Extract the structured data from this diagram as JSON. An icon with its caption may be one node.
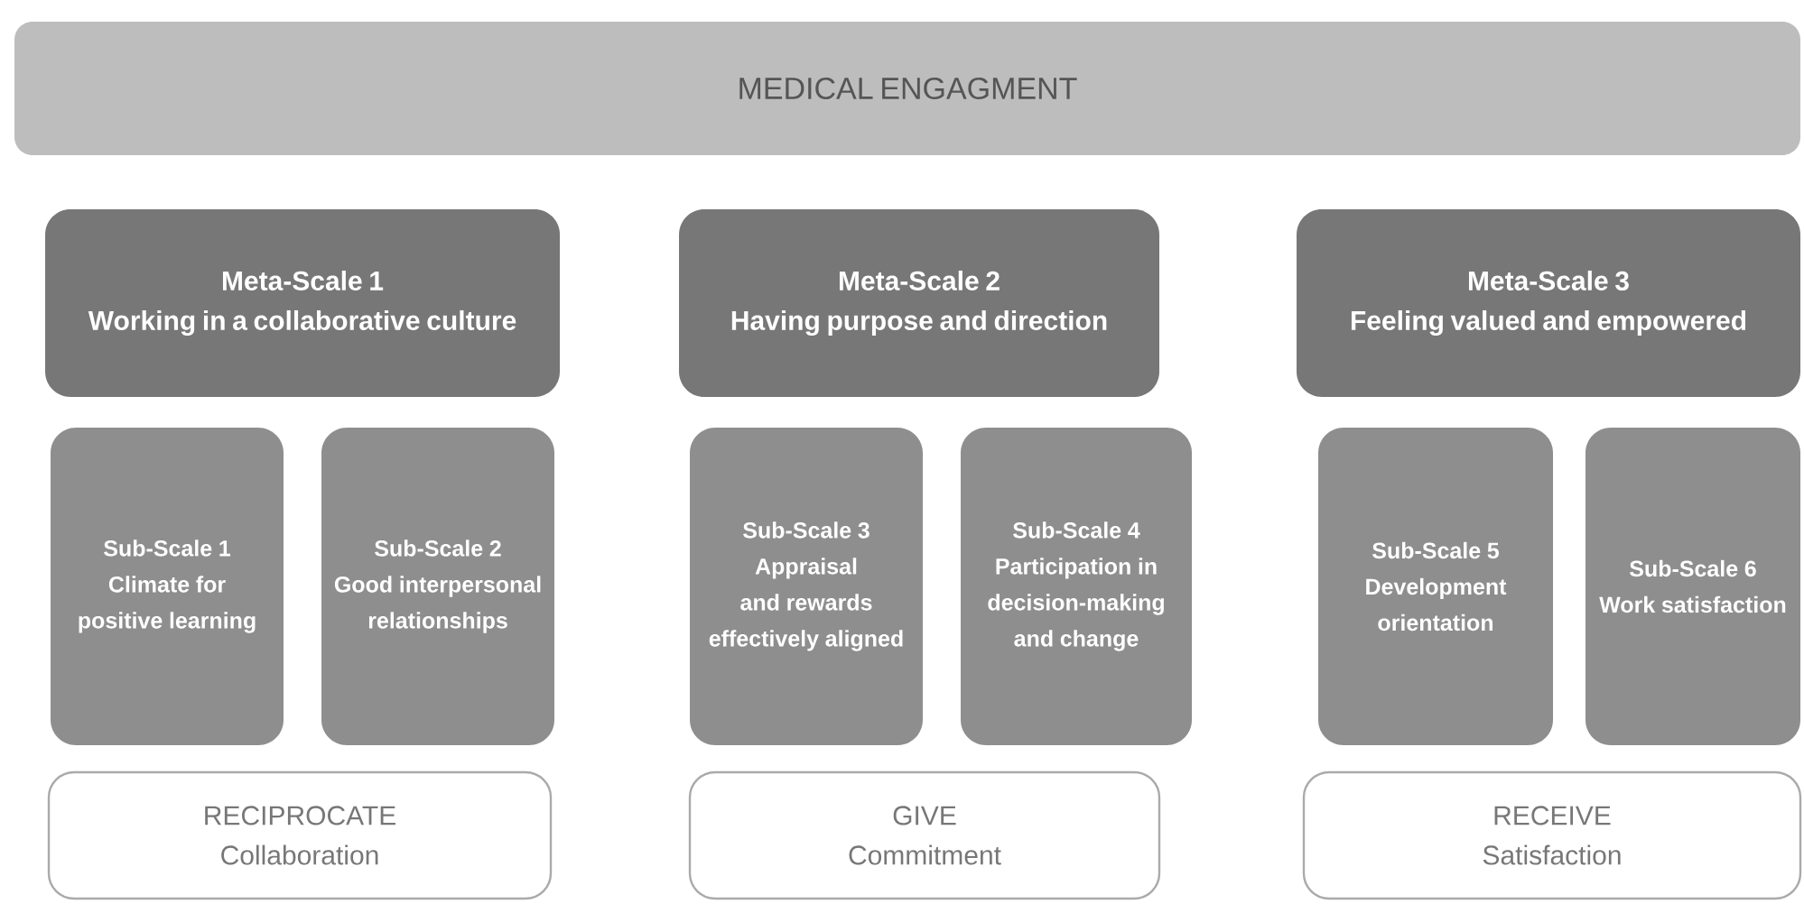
{
  "diagram": {
    "nodes": [
      {
        "text": [
          "MEDICAL ENGAGMENT"
        ]
      },
      {
        "text": [
          "Meta-Scale 1",
          "Working in a collaborative culture"
        ]
      },
      {
        "text": [
          "Meta-Scale 2",
          "Having purpose and direction"
        ]
      },
      {
        "text": [
          "Meta-Scale 3",
          "Feeling valued and empowered"
        ]
      },
      {
        "text": [
          "Sub-Scale 1",
          "Climate for positive learning"
        ]
      },
      {
        "text": [
          "Sub-Scale 2",
          "Good interpersonal relationships"
        ]
      },
      {
        "text": [
          "Sub-Scale 3",
          "Appraisal and rewards effectively aligned"
        ]
      },
      {
        "text": [
          "Sub-Scale 4",
          "Participation in decision-making and change"
        ]
      },
      {
        "text": [
          "Sub-Scale 5",
          "Development orientation"
        ]
      },
      {
        "text": [
          "Sub-Scale 6",
          "Work satisfaction"
        ]
      },
      {
        "text": [
          "RECIPROCATE",
          "Collaboration"
        ]
      },
      {
        "text": [
          "GIVE",
          "Commitment"
        ]
      },
      {
        "text": [
          "RECEIVE",
          "Satisfaction"
        ]
      }
    ]
  }
}
